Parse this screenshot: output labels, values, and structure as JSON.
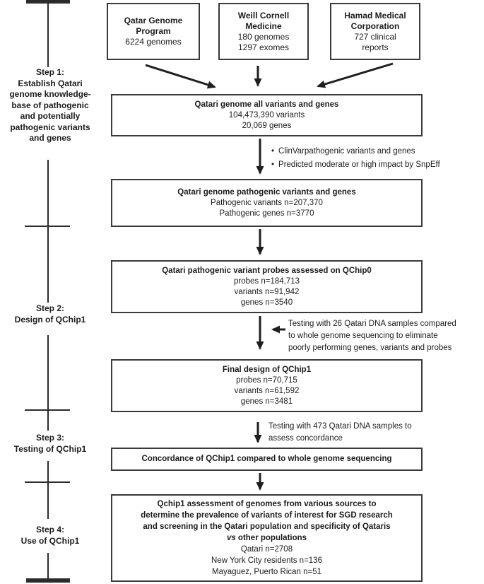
{
  "figure": {
    "background": "#ffffff",
    "border_color": "#3a3a3a",
    "text_color": "#1c1c1c",
    "arrow_color": "#1f1f1f"
  },
  "steps": [
    {
      "label": "Step 1:\nEstablish Qatari\ngenome knowledge-\nbase of pathogenic\nand potentially\npathogenic variants\nand genes"
    },
    {
      "label": "Step 2:\nDesign of QChip1"
    },
    {
      "label": "Step 3:\nTesting of QChip1"
    },
    {
      "label": "Step 4:\nUse of QChip1"
    }
  ],
  "sources": [
    {
      "title": "Qatar Genome\nProgram",
      "detail": "6224 genomes"
    },
    {
      "title": "Weill Cornell\nMedicine",
      "detail": "180 genomes\n1297 exomes"
    },
    {
      "title": "Hamad Medical\nCorporation",
      "detail": "727 clinical\nreports"
    }
  ],
  "flow": {
    "all_variants": {
      "title": "Qatari genome all variants and genes",
      "body": "104,473,390 variants\n20,069 genes"
    },
    "pathogenic": {
      "title": "Qatari genome pathogenic variants and genes",
      "body": "Pathogenic variants n=207,370\nPathogenic genes n=3770"
    },
    "qchip0": {
      "title": "Qatari pathogenic variant probes assessed on QChip0",
      "body": "probes n=184,713\nvariants n=91,942\ngenes n=3540"
    },
    "final_design": {
      "title": "Final design of QChip1",
      "body": "probes n=70,715\nvariants n=61,592\ngenes n=3481"
    },
    "concordance": {
      "title": "Concordance of QChip1 compared to whole genome sequencing"
    },
    "use": {
      "title_main": "Qchip1 assessment of genomes from various sources to\ndetermine the prevalence of variants of interest for SGD research\nand screening in the Qatari population and specificity of Qataris",
      "vs": "vs",
      "vs_rest": " other populations",
      "body": "Qatari n=2708\nNew York City residents n=136\nMayaguez, Puerto Rican n=51"
    }
  },
  "annotations": {
    "filter_bullets": [
      "ClinVarpathogenic variants and genes",
      "Predicted moderate or high impact by SnpEff"
    ],
    "qchip0_note": "Testing with 26 Qatari DNA samples compared\nto whole genome sequencing to eliminate\npoorly performing genes, variants and probes",
    "concordance_note": "Testing with 473 Qatari DNA samples to\nassess concordance"
  }
}
